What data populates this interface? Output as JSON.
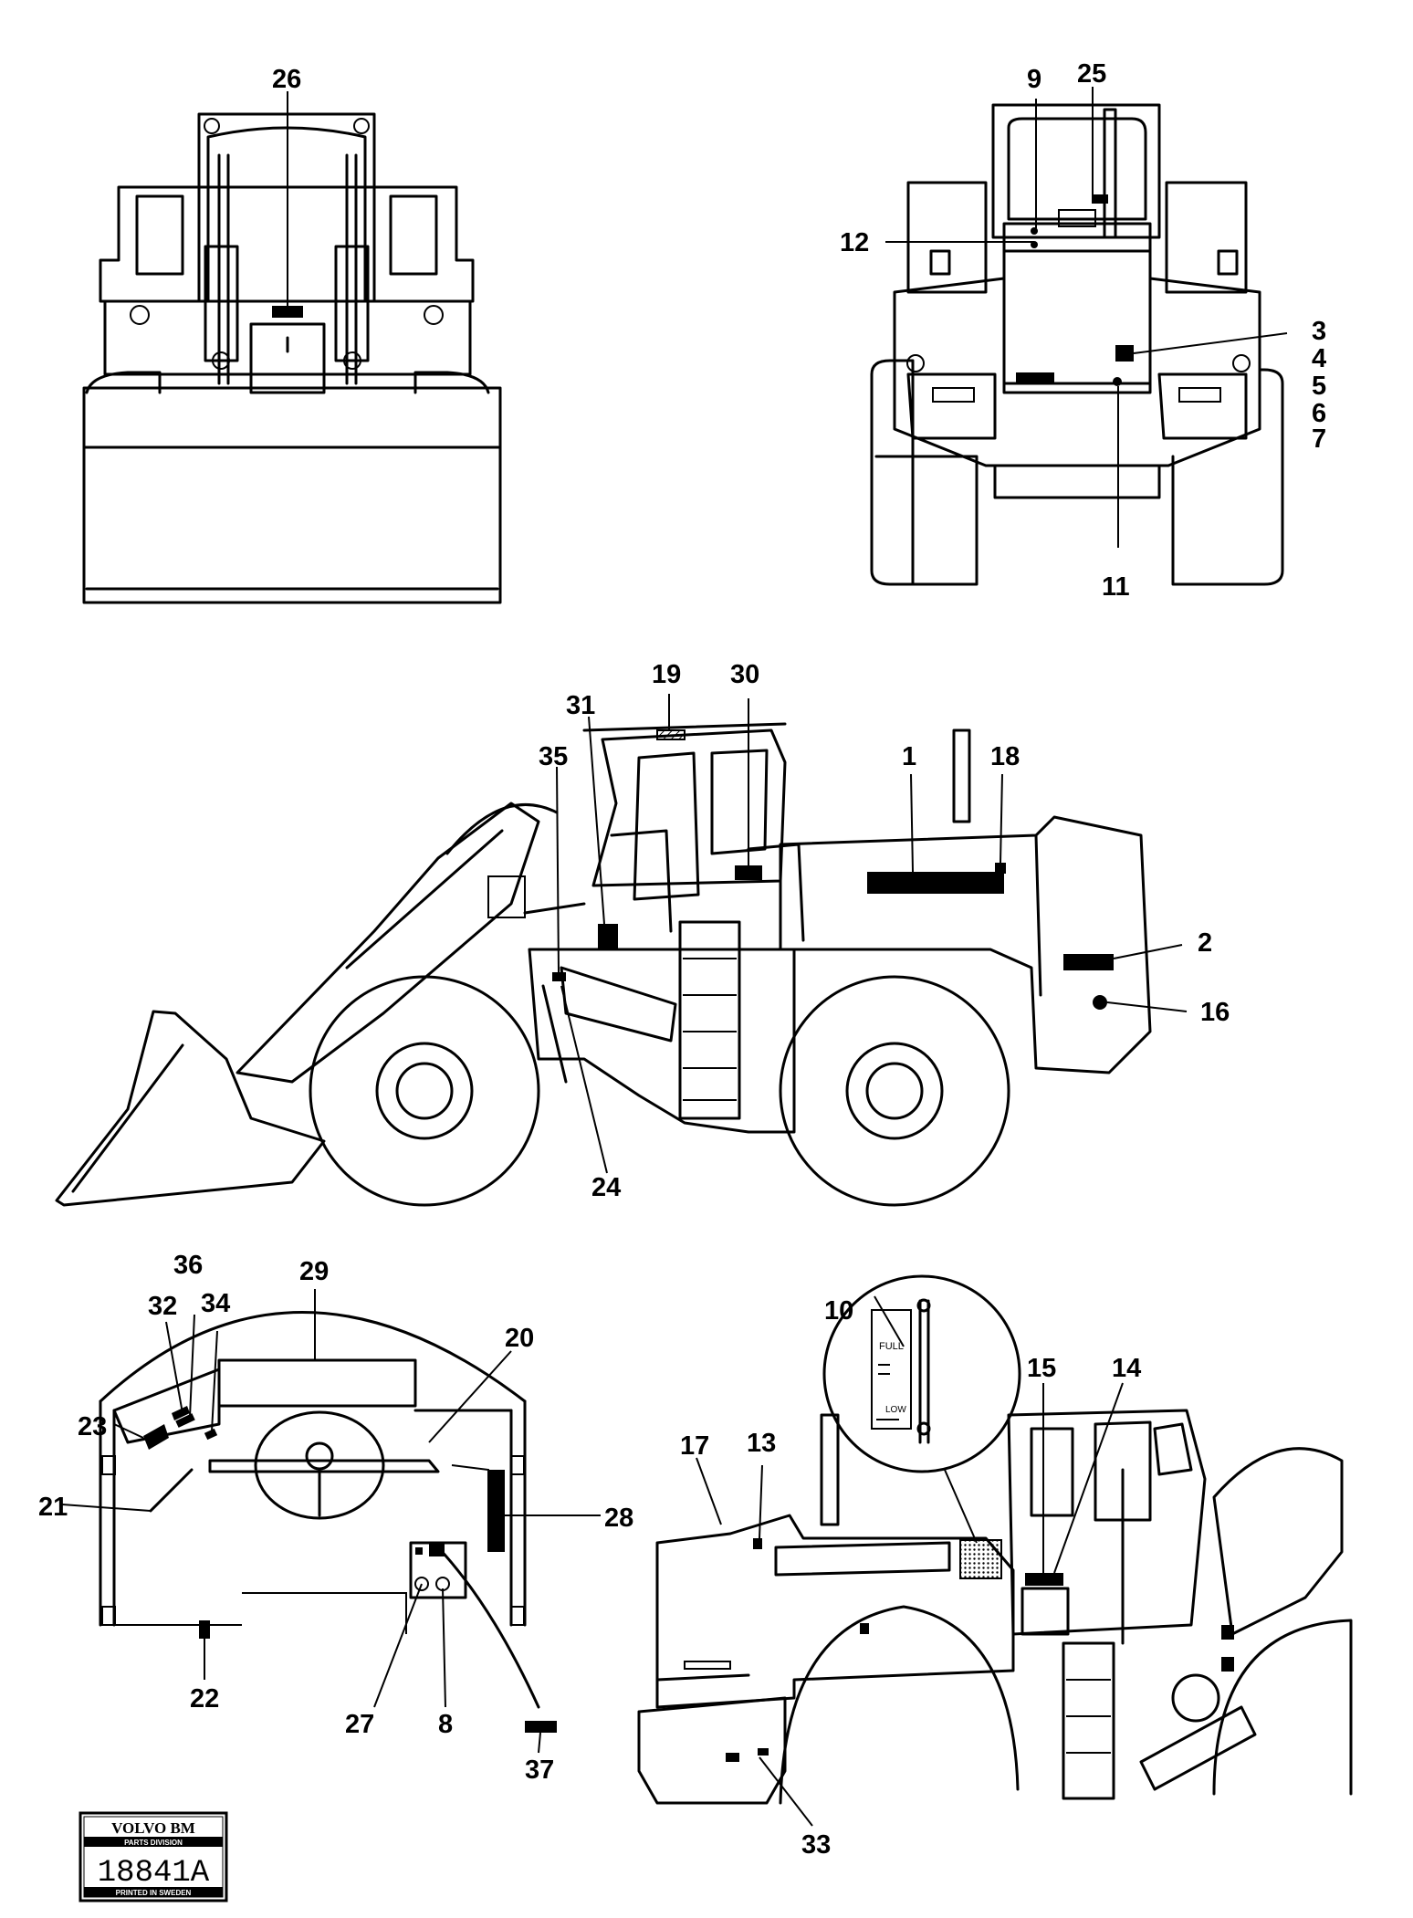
{
  "callouts": {
    "c26": "26",
    "c9": "9",
    "c25": "25",
    "c12": "12",
    "c3": "3",
    "c4": "4",
    "c5": "5",
    "c6": "6",
    "c7": "7",
    "c11": "11",
    "c19": "19",
    "c30": "30",
    "c31": "31",
    "c35": "35",
    "c1": "1",
    "c18": "18",
    "c2": "2",
    "c16": "16",
    "c24": "24",
    "c36": "36",
    "c29": "29",
    "c32": "32",
    "c34": "34",
    "c20": "20",
    "c23": "23",
    "c21": "21",
    "c28": "28",
    "c22": "22",
    "c27": "27",
    "c8": "8",
    "c37": "37",
    "c10": "10",
    "c15": "15",
    "c14": "14",
    "c17": "17",
    "c13": "13",
    "c33": "33"
  },
  "gauge": {
    "full_label": "FULL",
    "low_label": "LOW"
  },
  "stamp": {
    "brand": "VOLVO BM",
    "division": "PARTS DIVISION",
    "code": "18841A",
    "printed": "PRINTED IN SWEDEN"
  }
}
